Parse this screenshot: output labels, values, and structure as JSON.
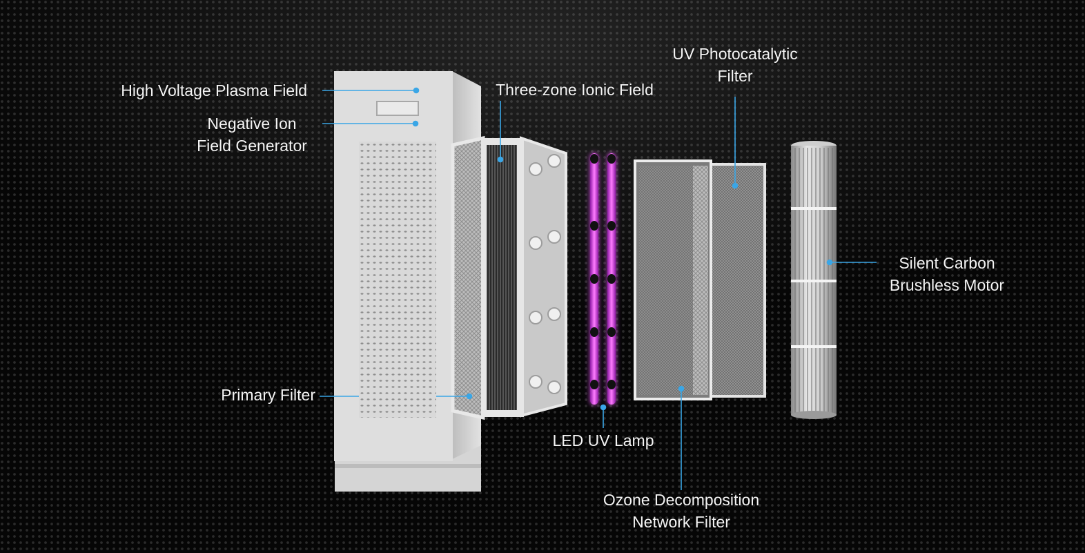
{
  "labels": {
    "high_voltage": "High Voltage Plasma Field",
    "negative_ion_line1": "Negative Ion",
    "negative_ion_line2": "Field Generator",
    "three_zone": "Three-zone Ionic Field",
    "uv_photo_line1": "UV Photocatalytic",
    "uv_photo_line2": "Filter",
    "silent_motor_line1": "Silent Carbon",
    "silent_motor_line2": "Brushless Motor",
    "primary_filter": "Primary Filter",
    "led_uv_lamp": "LED UV Lamp",
    "ozone_line1": "Ozone Decomposition",
    "ozone_line2": "Network Filter"
  },
  "colors": {
    "callout_line": "#3aa6e6",
    "uv_glow": "#e23bf0",
    "body_white": "#dcdcdc",
    "background": "#060606"
  }
}
